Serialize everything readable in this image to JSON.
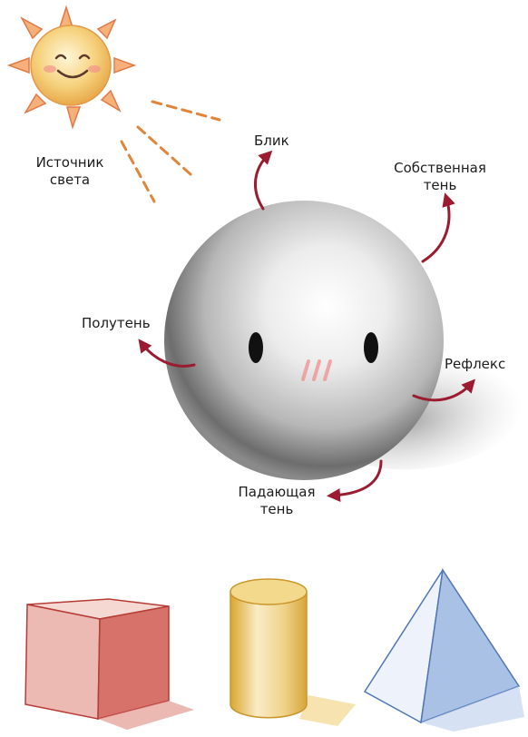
{
  "labels": {
    "light_source": [
      "Источник",
      "света"
    ],
    "highlight": "Блик",
    "own_shadow": [
      "Собственная",
      "тень"
    ],
    "penumbra": "Полутень",
    "reflex": "Рефлекс",
    "cast_shadow": [
      "Падающая",
      "тень"
    ]
  },
  "colors": {
    "arrow": "#9b1b30",
    "sun": "#f2c45a",
    "sun_rays": "#e0853a",
    "cube": "#c94a44",
    "cylinder": "#e0b340",
    "pyramid": "#6f93c9"
  },
  "icons": [
    "sun-icon",
    "sphere",
    "cube",
    "cylinder",
    "pyramid"
  ]
}
